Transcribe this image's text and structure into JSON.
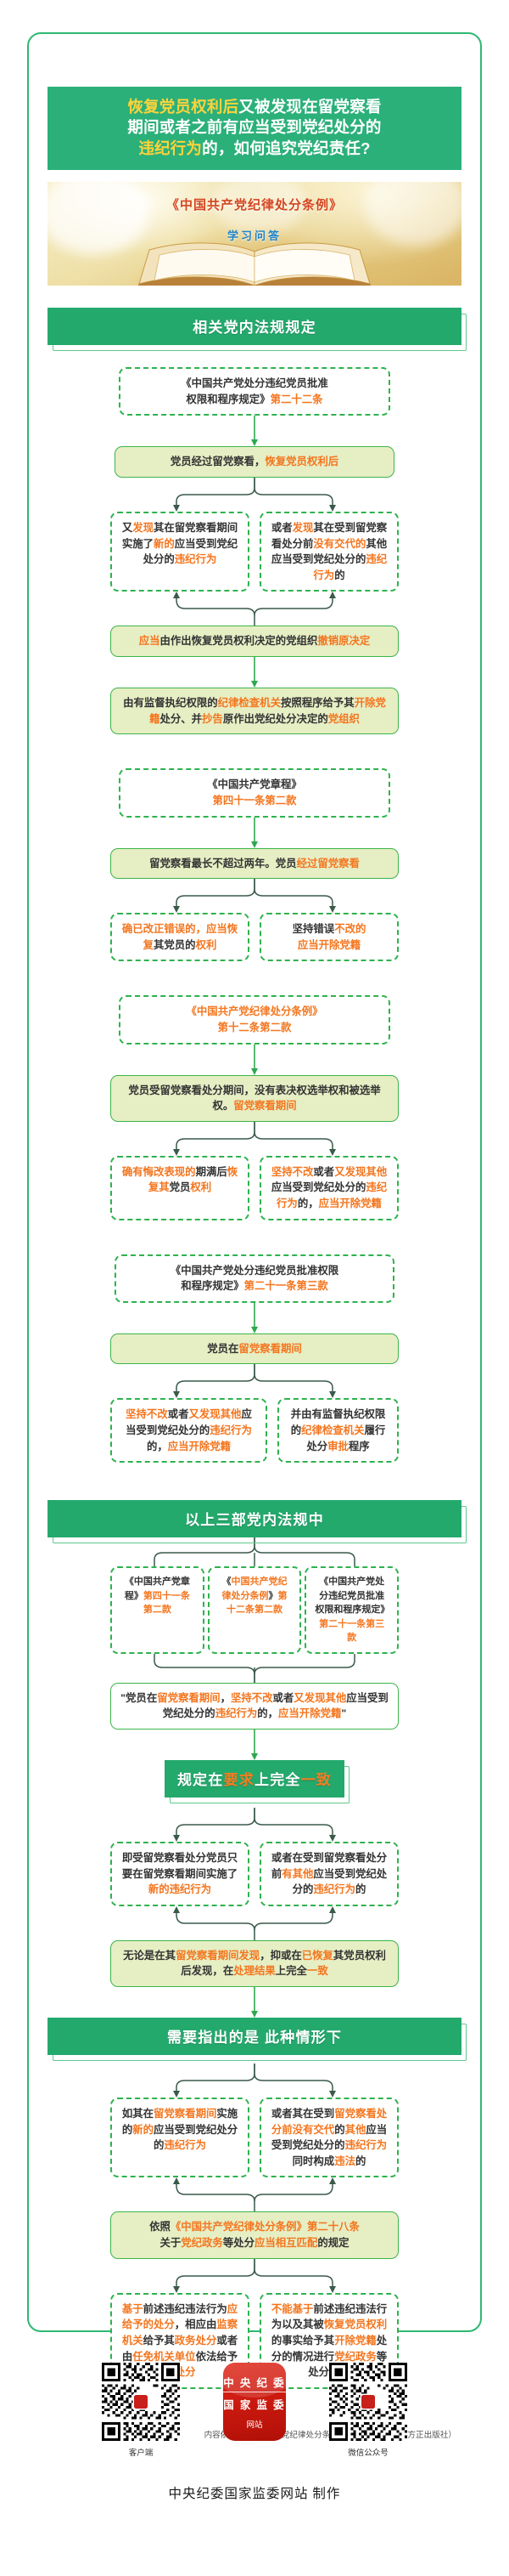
{
  "colors": {
    "banner_green": "#24a96d",
    "title_green": "#2bb07a",
    "highlight_orange": "#f4761f",
    "highlight_yellow": "#ffd33b",
    "node_fill": "#e6eec4",
    "frame_border": "#2eb872"
  },
  "title": {
    "line1_a": "恢复党员权利后",
    "line1_b": "又被发现在留党察看",
    "line2": "期间或者之前有应当受到党纪处分的",
    "line3_a": "违纪行为",
    "line3_b": "的，如何追究党纪责任?"
  },
  "book_banner": {
    "title": "《中国共产党纪律处分条例》",
    "subtitle": "学习问答"
  },
  "section1": {
    "banner": "相关党内法规规定",
    "n1_line1": "《中国共产党处分违纪党员批准",
    "n1_line2_a": "权限和程序规定》",
    "n1_line2_b": "第二十二条",
    "n2_a": "党员经过留党察看，",
    "n2_b": "恢复党员权利后",
    "n3_left": "又发现其在留党察看期间实施了新的应当受到党纪处分的违纪行为",
    "n3_right": "或者发现其在受到留党察看处分前没有交代的其他应当受到党纪处分的违纪行为的",
    "n4": "应当由作出恢复党员权利决定的党组织撤销原决定",
    "n5": "由有监督执纪权限的纪律检查机关按照程序给予其开除党籍处分、并抄告原作出党纪处分决定的党组织",
    "n6_line1": "《中国共产党章程》",
    "n6_line2": "第四十一条第二款",
    "n7_a": "留党察看最长不超过两年。党员",
    "n7_b": "经过留党察看",
    "n8_left": "确已改正错误的，应当恢复其党员的权利",
    "n8_right": "坚持错误不改的应当开除党籍",
    "n9_line1": "《中国共产党纪律处分条例》",
    "n9_line2": "第十二条第二款",
    "n10_a": "党员受留党察看处分期间，没有表决权选举权和被选举权。",
    "n10_b": "留党察看期间",
    "n11_left": "确有悔改表现的期满后恢复其党员权利",
    "n11_right": "坚持不改或者又发现其他应当受到党纪处分的违纪行为的，应当开除党籍",
    "n12_line1": "《中国共产党处分违纪党员批准权限",
    "n12_line2_a": "和程序规定》",
    "n12_line2_b": "第二十一条第三款",
    "n13_a": "党员在",
    "n13_b": "留党察看期间",
    "n14_left": "坚持不改或者又发现其他应当受到党纪处分的违纪行为的，应当开除党籍",
    "n14_right": "并由有监督执纪权限的纪律检查机关履行处分审批程序"
  },
  "section2": {
    "banner": "以上三部党内法规中",
    "ref1_a": "《中国共产党章程》",
    "ref1_b": "第四十一条第二款",
    "ref2_a": "《中国共产党纪律处分条例》",
    "ref2_b": "第十二条第二款",
    "ref3_a": "《中国共产党处分违纪党员批准权限和程序规定》",
    "ref3_b": "第二十一条第三款",
    "quote": "\"党员在留党察看期间，坚持不改或者又发现其他应当受到党纪处分的违纪行为的，应当开除党籍\"",
    "banner2_a": "规定在",
    "banner2_b": "要求",
    "banner2_c": "上完全",
    "banner2_d": "一致",
    "b2_left": "即受留党察看处分党员只要在留党察看期间实施了新的违纪行为",
    "b2_right": "或者在受到留党察看处分前有其他应当受到党纪处分的违纪行为的",
    "b2_bottom": "无论是在其留党察看期间发现，抑或在已恢复其党员权利后发现，在处理结果上完全一致"
  },
  "section3": {
    "banner": "需要指出的是  此种情形下",
    "left": "如其在留党察看期间实施的新的应当受到党纪处分的违纪行为",
    "right": "或者其在受到留党察看处分前没有交代的其他应当受到党纪处分的违纪行为同时构成违法的",
    "mid_line1_a": "依照",
    "mid_line1_b": "《中国共产党纪律处分条例》",
    "mid_line1_c": "第二十八条",
    "mid_line2_a": "关于",
    "mid_line2_b": "党纪政务",
    "mid_line2_c": "等处分",
    "mid_line2_d": "应当相互匹配",
    "mid_line2_e": "的规定",
    "out_left": "基于前述违纪违法行为应给予的处分，相应由监察机关给予其政务处分或者由任免机关单位依法给予其处分",
    "out_right": "不能基于前述违纪违法行为以及其被恢复党员权利的事实给予其开除党籍处分的情况进行党纪政务等处分匹配"
  },
  "footnote": "内容依据《〈中国共产党纪律处分条例〉百问百答》（中国方正出版社）",
  "bottom": {
    "qr_left_caption": "客户端",
    "qr_right_caption": "微信公众号",
    "app_line1": "中 央 纪 委",
    "app_line2": "国 家 监 委",
    "app_line3": "网站",
    "made_by": "中央纪委国家监委网站 制作"
  }
}
